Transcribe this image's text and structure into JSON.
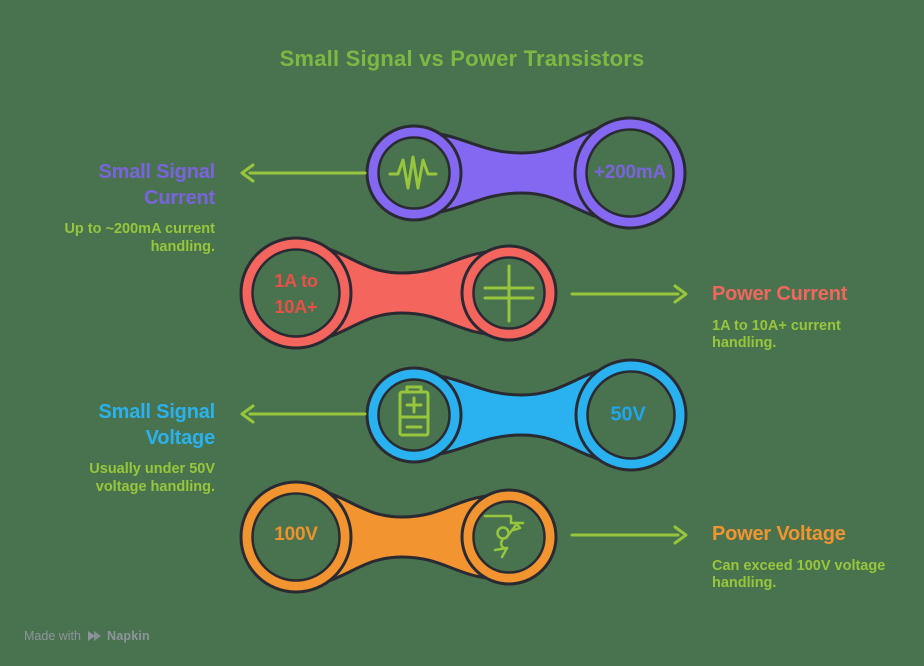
{
  "title": "Small Signal vs Power Transistors",
  "rows": [
    {
      "label": "Small Signal Current",
      "description": "Up to ~200mA current handling.",
      "value": "+200mA",
      "icon": "signal-burst-icon",
      "color": "#8468F2"
    },
    {
      "label": "Power Current",
      "description": "1A to 10A+ current handling.",
      "value": "1A to 10A+",
      "icon": "capacitor-icon",
      "color": "#F4655E"
    },
    {
      "label": "Small Signal Voltage",
      "description": "Usually under 50V voltage handling.",
      "value": "50V",
      "icon": "battery-icon",
      "color": "#29B2EF"
    },
    {
      "label": "Power Voltage",
      "description": "Can exceed 100V voltage handling.",
      "value": "100V",
      "icon": "electric-shock-icon",
      "color": "#F29530"
    }
  ],
  "footer": {
    "made_with": "Made with",
    "brand": "Napkin"
  },
  "colors": {
    "bg": "#49734F",
    "ink": "#2A2A33",
    "accent_green": "#97C63C",
    "title_green": "#7DB843",
    "purple": "#8468F2",
    "purple_text": "#7B63DE",
    "red": "#F4655E",
    "red_text": "#ED4E47",
    "blue": "#29B2EF",
    "blue_text": "#1FA6EC",
    "orange": "#F29530",
    "orange_text": "#F0922B",
    "footer_grey": "#8F949C"
  }
}
